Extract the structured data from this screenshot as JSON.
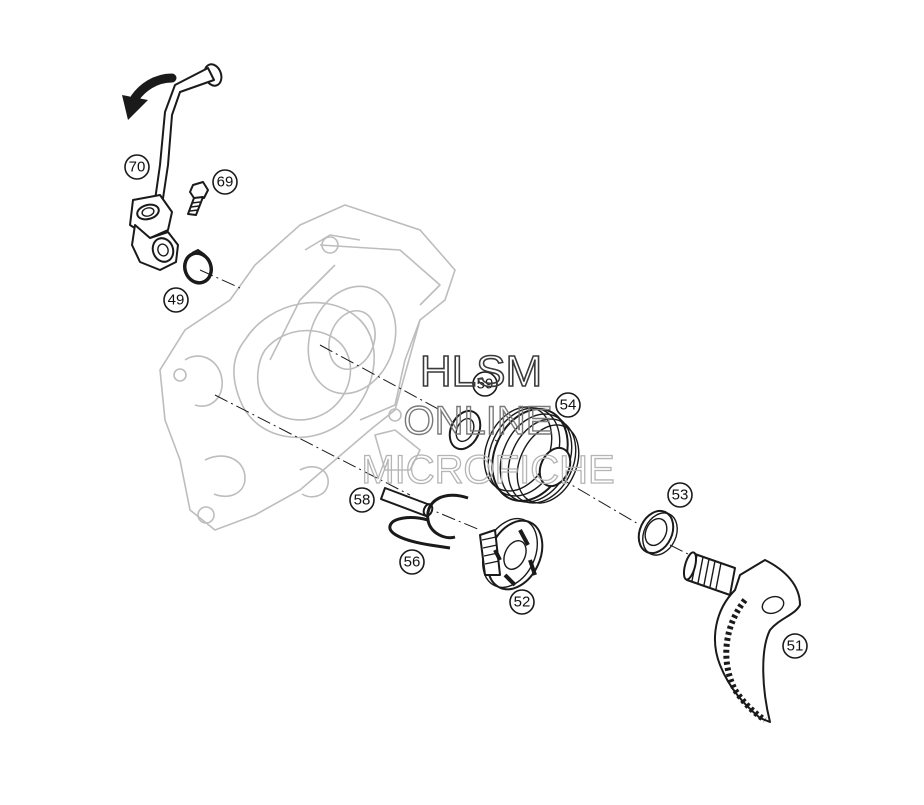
{
  "watermark": {
    "line1": "HLSM",
    "line2": "ONLINE",
    "line3": "MICROFICHE"
  },
  "callouts": [
    {
      "label": "70"
    },
    {
      "label": "69"
    },
    {
      "label": "49"
    },
    {
      "label": "59"
    },
    {
      "label": "54"
    },
    {
      "label": "53"
    },
    {
      "label": "58"
    },
    {
      "label": "56"
    },
    {
      "label": "52"
    },
    {
      "label": "51"
    }
  ],
  "colors": {
    "line": "#1a1a1a",
    "ghost": "#bdbdbd",
    "background": "#ffffff"
  },
  "icons": [
    "rotation-arrow-icon"
  ]
}
